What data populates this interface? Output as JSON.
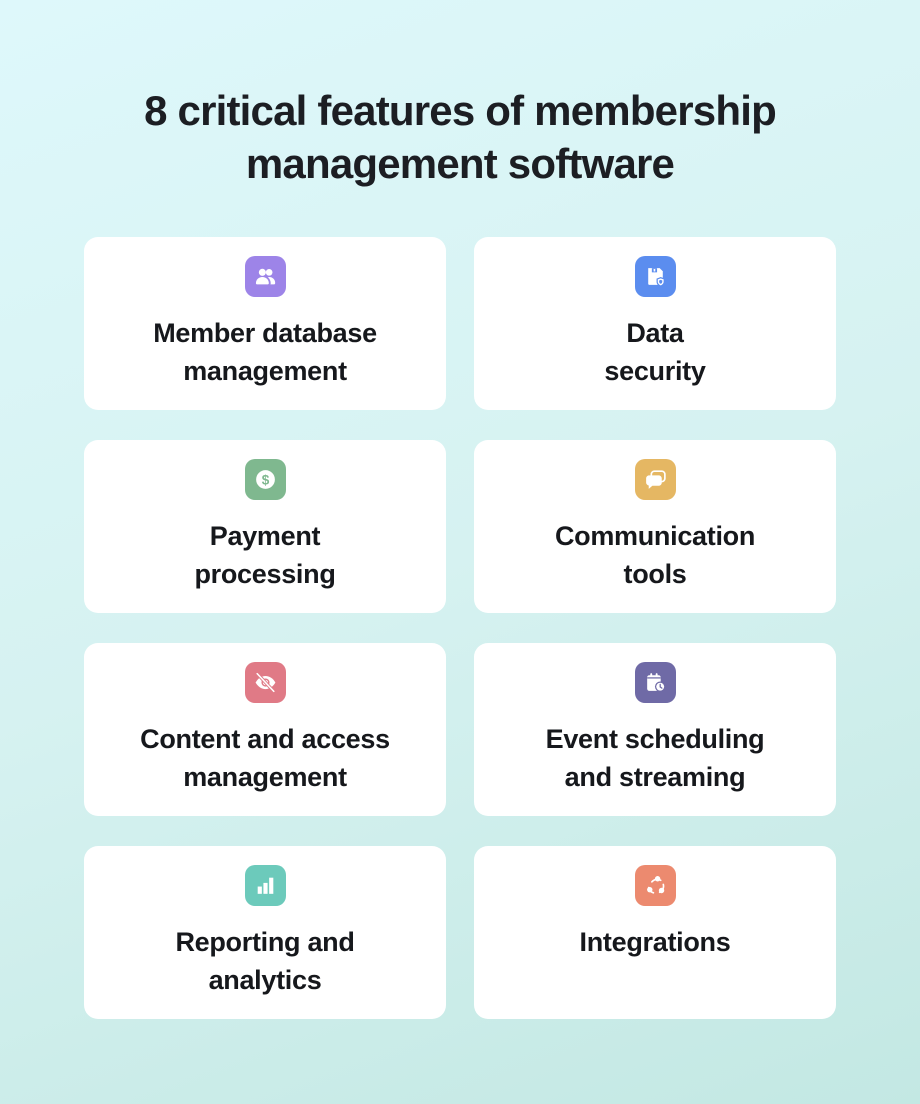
{
  "title": {
    "line1": "8 critical features of membership",
    "line2": "management software"
  },
  "features": [
    {
      "label_line1": "Member database",
      "label_line2": "management",
      "icon": "users-icon",
      "color": "#9d84e8"
    },
    {
      "label_line1": "Data",
      "label_line2": "security",
      "icon": "save-shield-icon",
      "color": "#5b8def"
    },
    {
      "label_line1": "Payment",
      "label_line2": "processing",
      "icon": "dollar-coin-icon",
      "color": "#7fb88f"
    },
    {
      "label_line1": "Communication",
      "label_line2": "tools",
      "icon": "chat-bubbles-icon",
      "color": "#e5b763"
    },
    {
      "label_line1": "Content and access",
      "label_line2": "management",
      "icon": "eye-off-icon",
      "color": "#e07a86"
    },
    {
      "label_line1": "Event scheduling",
      "label_line2": "and streaming",
      "icon": "calendar-clock-icon",
      "color": "#6f6aa6"
    },
    {
      "label_line1": "Reporting and",
      "label_line2": "analytics",
      "icon": "bar-chart-icon",
      "color": "#6ccabb"
    },
    {
      "label_line1": "Integrations",
      "label_line2": "",
      "icon": "share-nodes-icon",
      "color": "#ec8a6f"
    }
  ]
}
